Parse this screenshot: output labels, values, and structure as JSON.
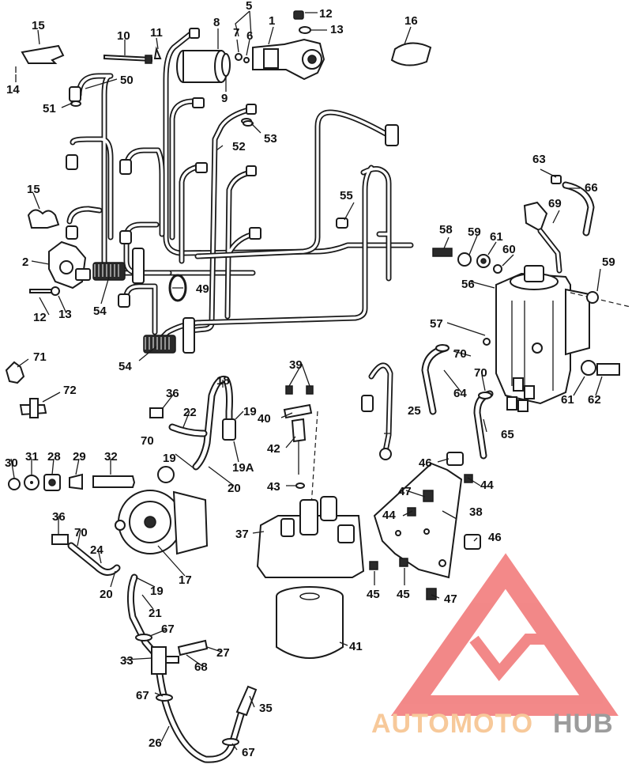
{
  "callouts": [
    {
      "id": "c1",
      "text": "1"
    },
    {
      "id": "c2",
      "text": "2"
    },
    {
      "id": "c5",
      "text": "5"
    },
    {
      "id": "c6",
      "text": "6"
    },
    {
      "id": "c7",
      "text": "7"
    },
    {
      "id": "c8",
      "text": "8"
    },
    {
      "id": "c9",
      "text": "9"
    },
    {
      "id": "c10",
      "text": "10"
    },
    {
      "id": "c11",
      "text": "11"
    },
    {
      "id": "c12a",
      "text": "12"
    },
    {
      "id": "c12b",
      "text": "12"
    },
    {
      "id": "c13a",
      "text": "13"
    },
    {
      "id": "c13b",
      "text": "13"
    },
    {
      "id": "c14",
      "text": "14"
    },
    {
      "id": "c15a",
      "text": "15"
    },
    {
      "id": "c15b",
      "text": "15"
    },
    {
      "id": "c16",
      "text": "16"
    },
    {
      "id": "c17",
      "text": "17"
    },
    {
      "id": "c18",
      "text": "18"
    },
    {
      "id": "c19a",
      "text": "19"
    },
    {
      "id": "c19b",
      "text": "19"
    },
    {
      "id": "c19c",
      "text": "19"
    },
    {
      "id": "c19A",
      "text": "19A"
    },
    {
      "id": "c20a",
      "text": "20"
    },
    {
      "id": "c20b",
      "text": "20"
    },
    {
      "id": "c21",
      "text": "21"
    },
    {
      "id": "c22",
      "text": "22"
    },
    {
      "id": "c24",
      "text": "24"
    },
    {
      "id": "c25",
      "text": "25"
    },
    {
      "id": "c26",
      "text": "26"
    },
    {
      "id": "c27",
      "text": "27"
    },
    {
      "id": "c28",
      "text": "28"
    },
    {
      "id": "c29",
      "text": "29"
    },
    {
      "id": "c30",
      "text": "30"
    },
    {
      "id": "c31",
      "text": "31"
    },
    {
      "id": "c32",
      "text": "32"
    },
    {
      "id": "c33",
      "text": "33"
    },
    {
      "id": "c35",
      "text": "35"
    },
    {
      "id": "c36a",
      "text": "36"
    },
    {
      "id": "c36b",
      "text": "36"
    },
    {
      "id": "c37",
      "text": "37"
    },
    {
      "id": "c38",
      "text": "38"
    },
    {
      "id": "c39",
      "text": "39"
    },
    {
      "id": "c40",
      "text": "40"
    },
    {
      "id": "c41",
      "text": "41"
    },
    {
      "id": "c42",
      "text": "42"
    },
    {
      "id": "c43",
      "text": "43"
    },
    {
      "id": "c44a",
      "text": "44"
    },
    {
      "id": "c44b",
      "text": "44"
    },
    {
      "id": "c45a",
      "text": "45"
    },
    {
      "id": "c45b",
      "text": "45"
    },
    {
      "id": "c46a",
      "text": "46"
    },
    {
      "id": "c46b",
      "text": "46"
    },
    {
      "id": "c47a",
      "text": "47"
    },
    {
      "id": "c47b",
      "text": "47"
    },
    {
      "id": "c49",
      "text": "49"
    },
    {
      "id": "c50",
      "text": "50"
    },
    {
      "id": "c51",
      "text": "51"
    },
    {
      "id": "c52",
      "text": "52"
    },
    {
      "id": "c53",
      "text": "53"
    },
    {
      "id": "c54a",
      "text": "54"
    },
    {
      "id": "c54b",
      "text": "54"
    },
    {
      "id": "c55",
      "text": "55"
    },
    {
      "id": "c56",
      "text": "56"
    },
    {
      "id": "c57",
      "text": "57"
    },
    {
      "id": "c58",
      "text": "58"
    },
    {
      "id": "c59a",
      "text": "59"
    },
    {
      "id": "c59b",
      "text": "59"
    },
    {
      "id": "c60",
      "text": "60"
    },
    {
      "id": "c61a",
      "text": "61"
    },
    {
      "id": "c61b",
      "text": "61"
    },
    {
      "id": "c62",
      "text": "62"
    },
    {
      "id": "c63",
      "text": "63"
    },
    {
      "id": "c64",
      "text": "64"
    },
    {
      "id": "c65",
      "text": "65"
    },
    {
      "id": "c66",
      "text": "66"
    },
    {
      "id": "c67a",
      "text": "67"
    },
    {
      "id": "c67b",
      "text": "67"
    },
    {
      "id": "c67c",
      "text": "67"
    },
    {
      "id": "c68",
      "text": "68"
    },
    {
      "id": "c69",
      "text": "69"
    },
    {
      "id": "c70a",
      "text": "70"
    },
    {
      "id": "c70b",
      "text": "70"
    },
    {
      "id": "c70c",
      "text": "70"
    },
    {
      "id": "c70d",
      "text": "70"
    },
    {
      "id": "c71",
      "text": "71"
    },
    {
      "id": "c72",
      "text": "72"
    }
  ],
  "watermark": {
    "part1": "AUTOMOTO",
    "part2": "HUB",
    "color_part1": "#f7c99a",
    "color_part2": "#9c9c9c",
    "logo_color": "#f06b6b"
  }
}
